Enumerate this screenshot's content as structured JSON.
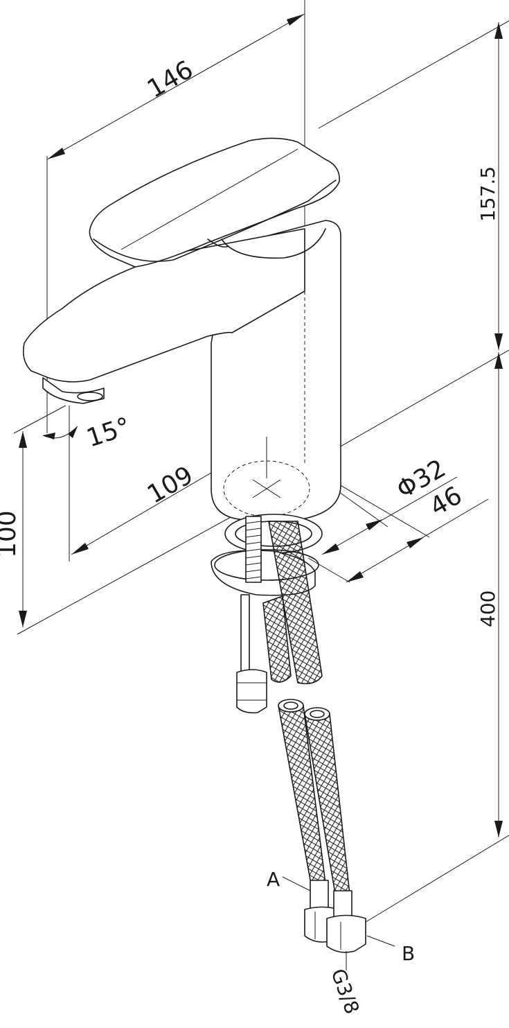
{
  "dimensions": {
    "width_146": "146",
    "height_157_5": "157.5",
    "height_400": "400",
    "height_100": "100",
    "reach_109": "109",
    "dia_32": "Φ32",
    "dia_46": "46",
    "angle_15": "15°"
  },
  "labels": {
    "a": "A",
    "b": "B",
    "thread": "G3/8"
  }
}
